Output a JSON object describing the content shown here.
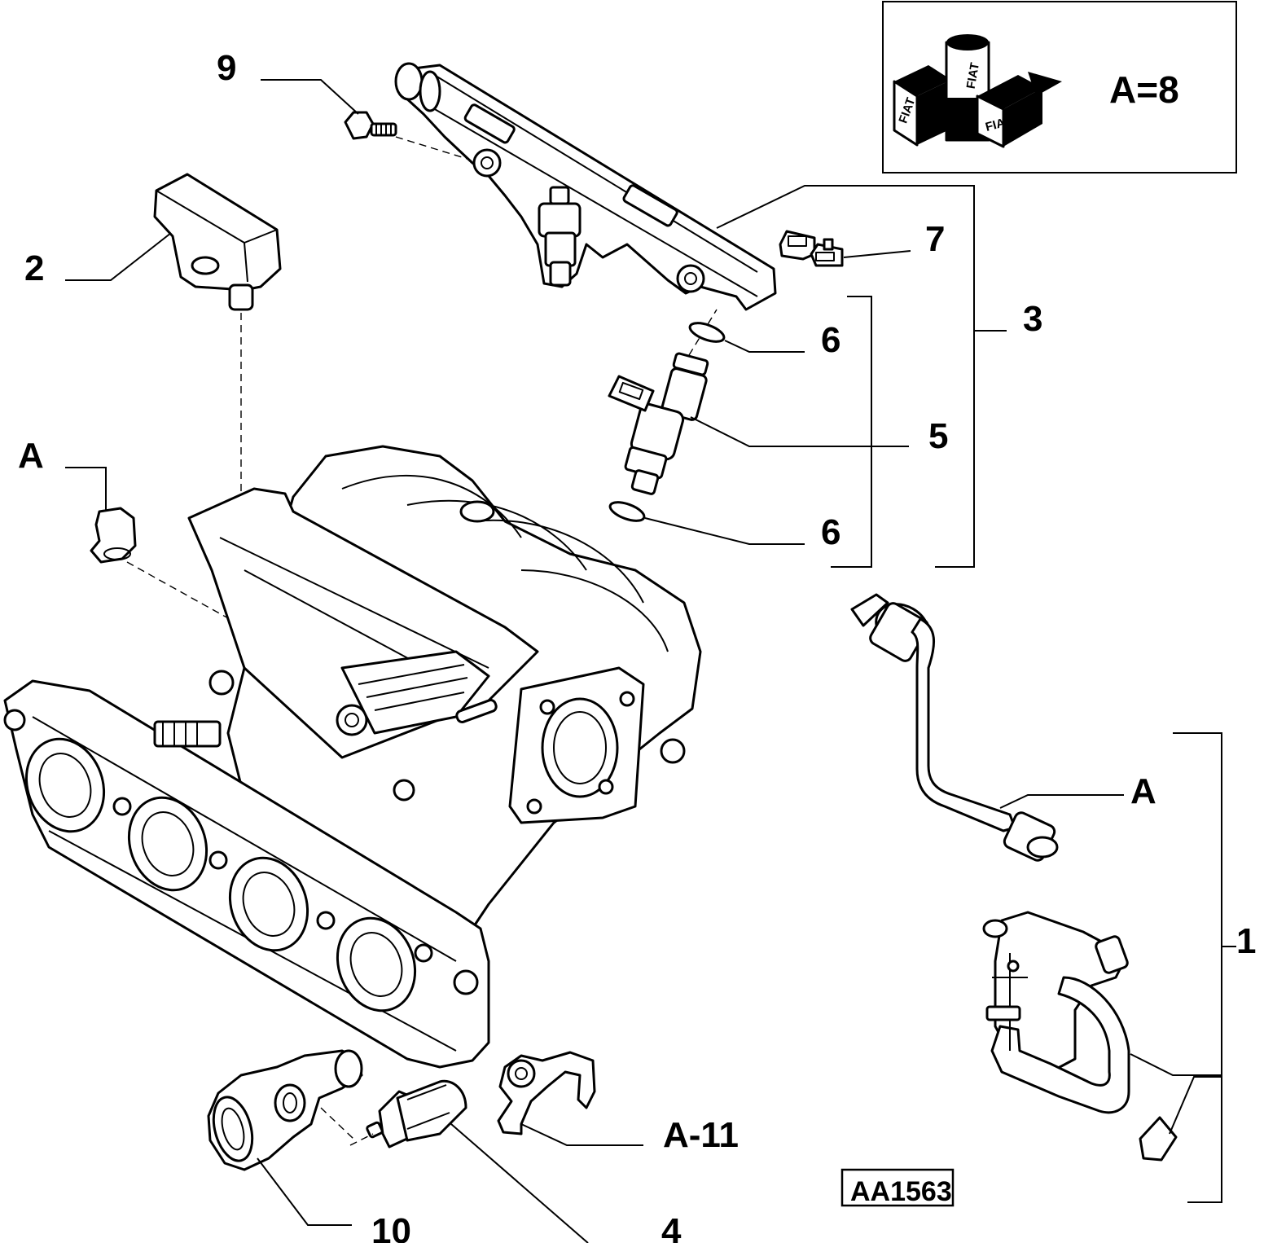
{
  "callouts": {
    "c9": "9",
    "c2": "2",
    "cA_left": "A",
    "c7": "7",
    "c3": "3",
    "c6_top": "6",
    "c5": "5",
    "c6_bottom": "6",
    "cA_right": "A",
    "c1": "1",
    "cA11": "A-11",
    "c10": "10",
    "c4": "4"
  },
  "legend": {
    "quantity": "A=8",
    "logo_text": "FIAT"
  },
  "drawing_code": "AA1563"
}
